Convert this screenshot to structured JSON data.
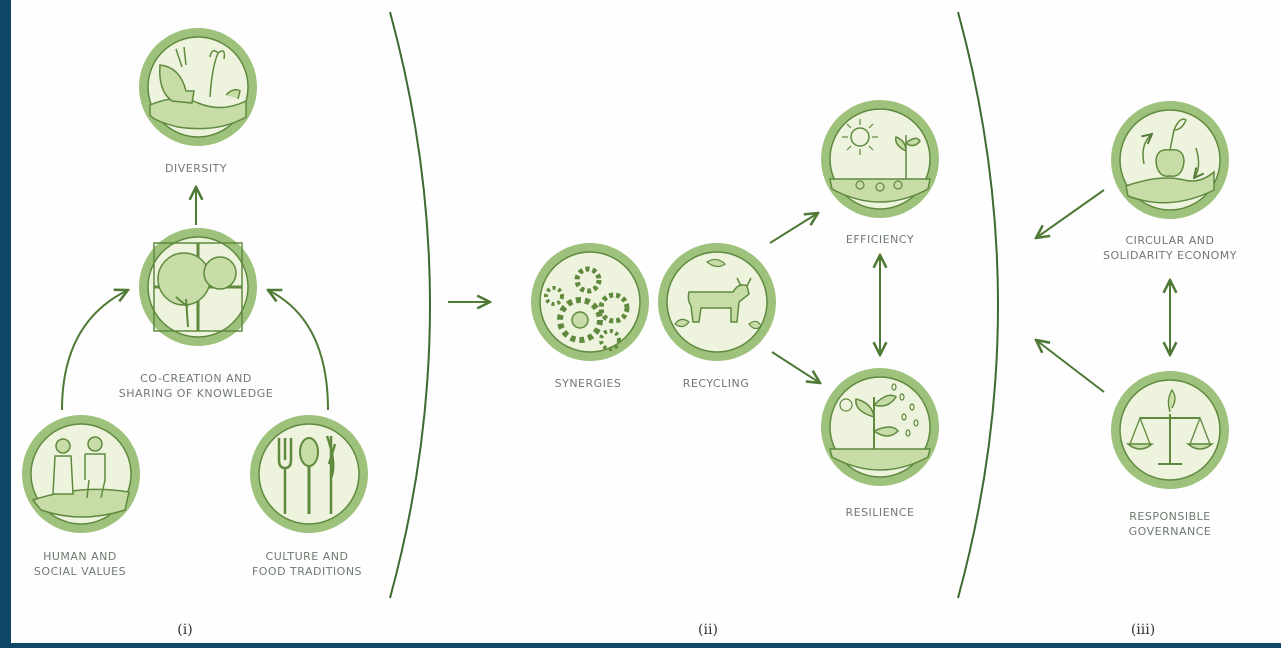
{
  "colors": {
    "ring": "#9ec17c",
    "inner_line": "#5f8a3e",
    "fill": "#eef3de",
    "leaf": "#c8dca8",
    "arrow": "#4f7a36",
    "bracket": "#3d6a30",
    "frame": "#0f4766"
  },
  "groups": [
    {
      "label": "(i)"
    },
    {
      "label": "(ii)"
    },
    {
      "label": "(iii)"
    }
  ],
  "principles": {
    "diversity": {
      "label": "DIVERSITY",
      "icon": "wildlife-icon"
    },
    "cocreation": {
      "label": "CO-CREATION AND\nSHARING OF KNOWLEDGE",
      "icon": "tree-icon"
    },
    "human": {
      "label": "HUMAN AND\nSOCIAL VALUES",
      "icon": "people-icon"
    },
    "culture": {
      "label": "CULTURE AND\nFOOD TRADITIONS",
      "icon": "utensils-icon"
    },
    "synergies": {
      "label": "SYNERGIES",
      "icon": "gears-icon"
    },
    "recycling": {
      "label": "RECYCLING",
      "icon": "cow-icon"
    },
    "efficiency": {
      "label": "EFFICIENCY",
      "icon": "sun-sprouts-icon"
    },
    "resilience": {
      "label": "RESILIENCE",
      "icon": "rain-plant-icon"
    },
    "circular": {
      "label": "CIRCULAR AND\nSOLIDARITY ECONOMY",
      "icon": "apple-cycle-icon"
    },
    "governance": {
      "label": "RESPONSIBLE\nGOVERNANCE",
      "icon": "scales-icon"
    }
  }
}
